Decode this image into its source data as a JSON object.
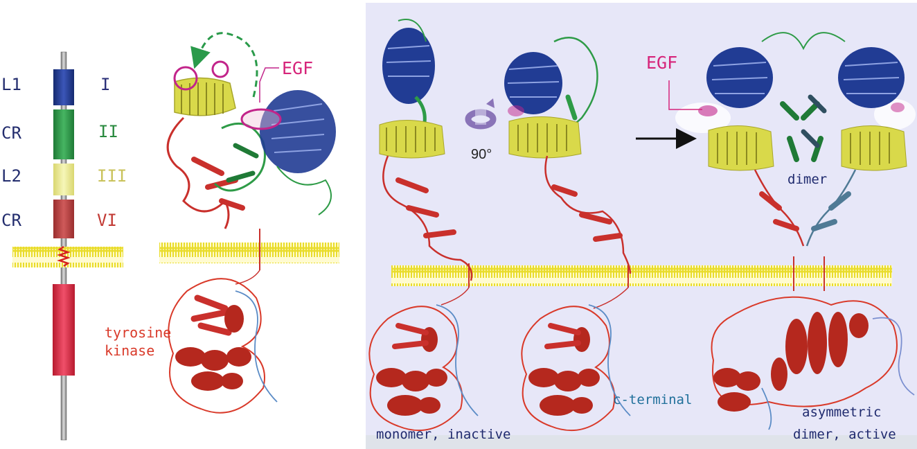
{
  "left_panel": {
    "domains": [
      {
        "label": "L1",
        "numeral": "I",
        "color": "#213c94",
        "numeral_color": "#2a2f78"
      },
      {
        "label": "CR",
        "numeral": "II",
        "color": "#2e9b47",
        "numeral_color": "#2a8a3f"
      },
      {
        "label": "L2",
        "numeral": "III",
        "color": "#eaea82",
        "numeral_color": "#c9c25a"
      },
      {
        "label": "CR",
        "numeral": "VI",
        "color": "#b83b3b",
        "numeral_color": "#c23a34"
      }
    ],
    "kinase_color": "#d8283c",
    "kinase_label_line1": "tyrosine",
    "kinase_label_line2": "kinase",
    "egf_label": "EGF"
  },
  "right_panel": {
    "background": "#e6e6f8",
    "rotation_label": "90°",
    "egf_label": "EGF",
    "dimer_label": "dimer",
    "cterminal_label": "c-terminal",
    "monomer_label": "monomer, inactive",
    "asym_label_line1": "asymmetric",
    "asym_label_line2": "dimer, active"
  },
  "colors": {
    "membrane": "#f2e84a",
    "domain1": "#213c94",
    "domain2": "#2e9b47",
    "domain3": "#d6d64a",
    "domain4": "#c9302c",
    "egf": "#d6247a",
    "arrow_green": "#2a9a4a"
  }
}
